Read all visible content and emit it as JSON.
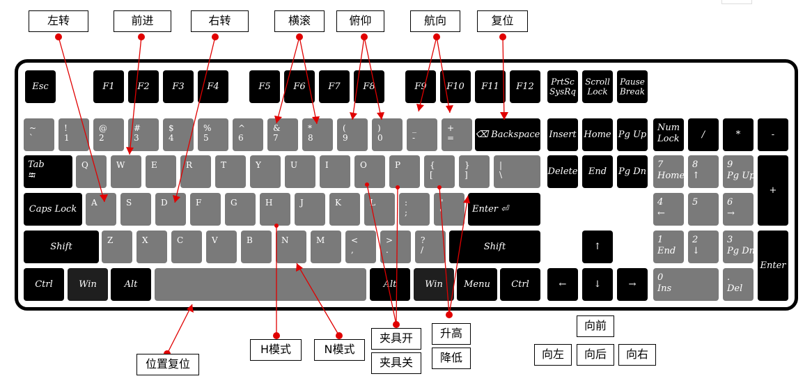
{
  "keys": {
    "esc": "Esc",
    "f1": "F1",
    "f2": "F2",
    "f3": "F3",
    "f4": "F4",
    "f5": "F5",
    "f6": "F6",
    "f7": "F7",
    "f8": "F8",
    "f9": "F9",
    "f10": "F10",
    "f11": "F11",
    "f12": "F12",
    "prtsc": "PrtSc\nSysRq",
    "scroll": "Scroll\nLock",
    "pause": "Pause\nBreak",
    "tilde": "~\n`",
    "n1": "!\n1",
    "n2": "@\n2",
    "n3": "#\n3",
    "n4": "$\n4",
    "n5": "%\n5",
    "n6": "^\n6",
    "n7": "&\n7",
    "n8": "*\n8",
    "n9": "(\n9",
    "n0": ")\n0",
    "minus": "_\n-",
    "equal": "+\n=",
    "backspace": "⌫ Backspace",
    "insert": "Insert",
    "home": "Home",
    "pgup": "Pg Up",
    "numlock": "Num\nLock",
    "kp_div": "/",
    "kp_mul": "*",
    "kp_sub": "-",
    "tab": "Tab\n⭾",
    "q": "Q",
    "w": "W",
    "e": "E",
    "r": "R",
    "t": "T",
    "y": "Y",
    "u": "U",
    "i": "I",
    "o": "O",
    "p": "P",
    "lbracket": "{\n[",
    "rbracket": "}\n]",
    "backslash": "|\n\\",
    "delete": "Delete",
    "end": "End",
    "pgdn": "Pg Dn",
    "kp7": "7\nHome",
    "kp8": "8\n↑",
    "kp9": "9\nPg Up",
    "kp_add": "+",
    "caps": "Caps Lock",
    "a": "A",
    "s": "S",
    "d": "D",
    "f": "F",
    "g": "G",
    "h": "H",
    "j": "J",
    "k": "K",
    "l": "L",
    "semicolon": ":\n;",
    "quote": "\"\n'",
    "enter": "Enter ⏎",
    "kp4": "4\n←",
    "kp5": "5",
    "kp6": "6\n→",
    "lshift": "Shift",
    "z": "Z",
    "x": "X",
    "c": "C",
    "v": "V",
    "b": "B",
    "n": "N",
    "m": "M",
    "comma": "<\n,",
    "period": ">\n.",
    "slash": "?\n/",
    "rshift": "Shift",
    "up": "↑",
    "kp1": "1\nEnd",
    "kp2": "2\n↓",
    "kp3": "3\nPg Dn",
    "kp_enter": "Enter",
    "lctrl": "Ctrl",
    "lwin": "Win",
    "lalt": "Alt",
    "space": "",
    "ralt": "Alt",
    "rwin": "Win",
    "menu": "Menu",
    "rctrl": "Ctrl",
    "left": "←",
    "down": "↓",
    "right": "→",
    "kp0": "0\nIns",
    "kp_dot": ".\nDel"
  },
  "annotations": {
    "turn_left": "左转",
    "forward": "前进",
    "turn_right": "右转",
    "roll": "横滚",
    "pitch": "俯仰",
    "yaw": "航向",
    "reset": "复位",
    "position_reset": "位置复位",
    "h_mode": "H模式",
    "n_mode": "N模式",
    "gripper_open": "夹具开",
    "gripper_close": "夹具关",
    "raise": "升高",
    "lower": "降低",
    "move_forward": "向前",
    "move_left": "向左",
    "move_back": "向后",
    "move_right": "向右"
  },
  "colors": {
    "key_dark": "#000000",
    "key_gray": "#7a7a7a",
    "pointer_line": "#e00000",
    "pointer_dot": "#e00000"
  }
}
